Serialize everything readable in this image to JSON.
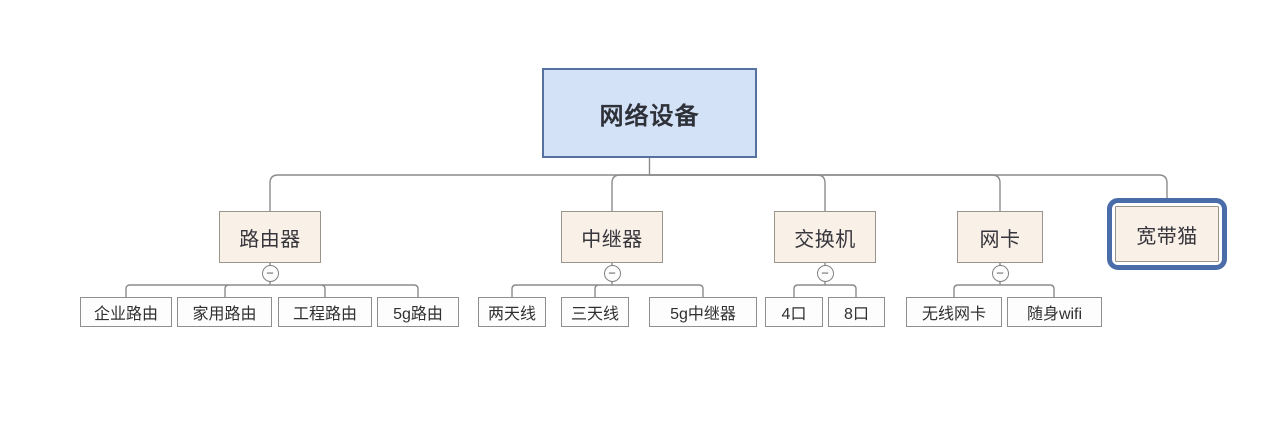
{
  "diagram": {
    "root": {
      "label": "网络设备"
    },
    "branches": [
      {
        "label": "路由器",
        "collapsed": false,
        "children": [
          "企业路由",
          "家用路由",
          "工程路由",
          "5g路由"
        ]
      },
      {
        "label": "中继器",
        "collapsed": false,
        "children": [
          "两天线",
          "三天线",
          "5g中继器"
        ]
      },
      {
        "label": "交换机",
        "collapsed": false,
        "children": [
          "4口",
          "8口"
        ]
      },
      {
        "label": "网卡",
        "collapsed": false,
        "children": [
          "无线网卡",
          "随身wifi"
        ]
      },
      {
        "label": "宽带猫",
        "selected": true,
        "children": []
      }
    ],
    "collapse_glyph": "−",
    "colors": {
      "root_fill": "#d4e2f8",
      "root_border": "#55719f",
      "branch_fill": "#f9f0e7",
      "branch_border": "#9a948c",
      "leaf_fill": "#fdfdfd",
      "leaf_border": "#8f8f8f",
      "connector": "#8c8c8c",
      "selection": "#4a6da9",
      "background": "#ffffff"
    }
  }
}
